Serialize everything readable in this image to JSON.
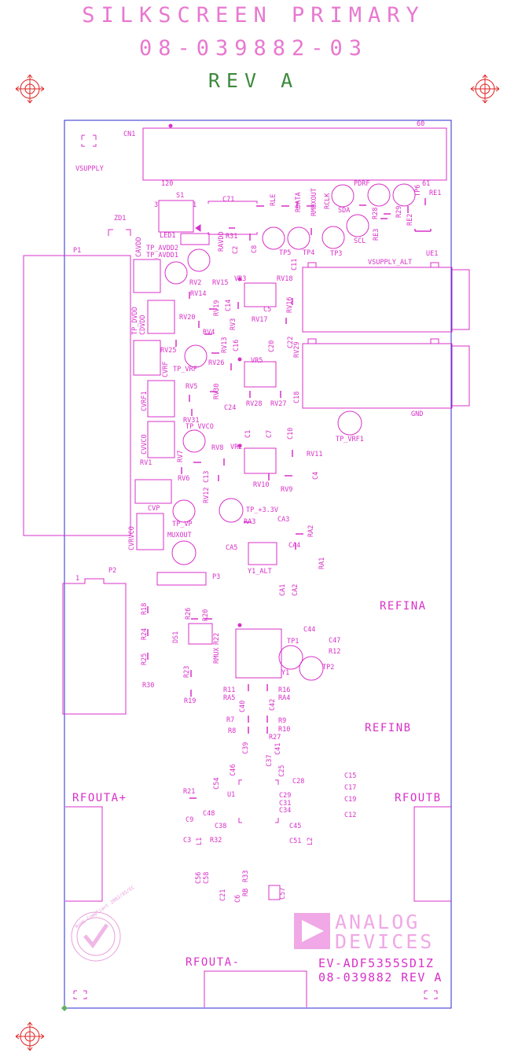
{
  "header": {
    "title": "SILKSCREEN PRIMARY",
    "doc_number": "08-039882-03",
    "revision": "REV A"
  },
  "colors": {
    "silkscreen": "#d830c8",
    "board_outline": "#2b2bd0",
    "fiducial": "#e02020",
    "revision_text": "#3d8a3d"
  },
  "board": {
    "model": "EV-ADF5355SD1Z",
    "part_rev": "08-039882 REV A",
    "logo_line1": "ANALOG",
    "logo_line2": "DEVICES",
    "rohs_mark": "RoHS Compliant 2002/95/EC",
    "connectors": {
      "refina": "REFINA",
      "refinb": "REFINB",
      "rfouta_plus": "RFOUTA+",
      "rfouta_minus": "RFOUTA-",
      "rfoutb": "RFOUTB",
      "vsupply": "VSUPPLY",
      "vsupply_alt": "VSUPPLY_ALT",
      "gnd": "GND",
      "cn1": "CN1",
      "p1": "P1",
      "p2": "P2",
      "p3": "P3",
      "pin60": "60",
      "pin120": "120",
      "pin61": "61",
      "pin1": "1"
    },
    "labels": [
      {
        "t": "S1"
      },
      {
        "t": "3"
      },
      {
        "t": "1"
      },
      {
        "t": "C71"
      },
      {
        "t": "RLE"
      },
      {
        "t": "RDATA"
      },
      {
        "t": "RMUXOUT"
      },
      {
        "t": "RCLK"
      },
      {
        "t": "PDRF"
      },
      {
        "t": "TP6"
      },
      {
        "t": "RE1"
      },
      {
        "t": "ZD1"
      },
      {
        "t": "LED1"
      },
      {
        "t": "R31"
      },
      {
        "t": "RAVDD"
      },
      {
        "t": "C2"
      },
      {
        "t": "C8"
      },
      {
        "t": "SDA"
      },
      {
        "t": "R28"
      },
      {
        "t": "R29"
      },
      {
        "t": "RE2"
      },
      {
        "t": "RE3"
      },
      {
        "t": "SCL"
      },
      {
        "t": "TP5"
      },
      {
        "t": "TP4"
      },
      {
        "t": "TP3"
      },
      {
        "t": "UE1"
      },
      {
        "t": "C11"
      },
      {
        "t": "CAVDD"
      },
      {
        "t": "TP_AVDD2"
      },
      {
        "t": "TP_AVDD1"
      },
      {
        "t": "RV2"
      },
      {
        "t": "RV15"
      },
      {
        "t": "VR3"
      },
      {
        "t": "RV18"
      },
      {
        "t": "RV14"
      },
      {
        "t": "RV19"
      },
      {
        "t": "C14"
      },
      {
        "t": "RV16"
      },
      {
        "t": "C5"
      },
      {
        "t": "RV17"
      },
      {
        "t": "TP_DVDD"
      },
      {
        "t": "CDVDD"
      },
      {
        "t": "RV20"
      },
      {
        "t": "RV3"
      },
      {
        "t": "RV4"
      },
      {
        "t": "C16"
      },
      {
        "t": "C20"
      },
      {
        "t": "C22"
      },
      {
        "t": "RV29"
      },
      {
        "t": "RV25"
      },
      {
        "t": "RV13"
      },
      {
        "t": "RV26"
      },
      {
        "t": "VR5"
      },
      {
        "t": "TP_VRF"
      },
      {
        "t": "CVRF"
      },
      {
        "t": "RV5"
      },
      {
        "t": "RV30"
      },
      {
        "t": "C18"
      },
      {
        "t": "CVRF1"
      },
      {
        "t": "C24"
      },
      {
        "t": "RV28"
      },
      {
        "t": "RV27"
      },
      {
        "t": "RV31"
      },
      {
        "t": "TP_VRF1"
      },
      {
        "t": "TP_VVCO"
      },
      {
        "t": "C1"
      },
      {
        "t": "C7"
      },
      {
        "t": "C10"
      },
      {
        "t": "CVVCO"
      },
      {
        "t": "RV7"
      },
      {
        "t": "RV8"
      },
      {
        "t": "VR2"
      },
      {
        "t": "RV11"
      },
      {
        "t": "RV1"
      },
      {
        "t": "RV6"
      },
      {
        "t": "C13"
      },
      {
        "t": "RV10"
      },
      {
        "t": "C4"
      },
      {
        "t": "RV9"
      },
      {
        "t": "RV12"
      },
      {
        "t": "CVP"
      },
      {
        "t": "TP_VP"
      },
      {
        "t": "TP_+3.3V"
      },
      {
        "t": "RA3"
      },
      {
        "t": "CA3"
      },
      {
        "t": "RA2"
      },
      {
        "t": "CVRVCO"
      },
      {
        "t": "MUXOUT"
      },
      {
        "t": "CA5"
      },
      {
        "t": "CA4"
      },
      {
        "t": "Y1_ALT"
      },
      {
        "t": "RA1"
      },
      {
        "t": "CA1"
      },
      {
        "t": "CA2"
      },
      {
        "t": "R18"
      },
      {
        "t": "R26"
      },
      {
        "t": "R20"
      },
      {
        "t": "R24"
      },
      {
        "t": "DS1"
      },
      {
        "t": "R22"
      },
      {
        "t": "RMUX"
      },
      {
        "t": "C44"
      },
      {
        "t": "C47"
      },
      {
        "t": "TP1"
      },
      {
        "t": "R12"
      },
      {
        "t": "R25"
      },
      {
        "t": "R23"
      },
      {
        "t": "TP2"
      },
      {
        "t": "Y1"
      },
      {
        "t": "R30"
      },
      {
        "t": "R19"
      },
      {
        "t": "R11"
      },
      {
        "t": "RA5"
      },
      {
        "t": "R16"
      },
      {
        "t": "RA4"
      },
      {
        "t": "C40"
      },
      {
        "t": "C42"
      },
      {
        "t": "R7"
      },
      {
        "t": "R8"
      },
      {
        "t": "R9"
      },
      {
        "t": "R10"
      },
      {
        "t": "R27"
      },
      {
        "t": "C39"
      },
      {
        "t": "C37"
      },
      {
        "t": "C41"
      },
      {
        "t": "C46"
      },
      {
        "t": "C54"
      },
      {
        "t": "U1"
      },
      {
        "t": "C25"
      },
      {
        "t": "C28"
      },
      {
        "t": "C15"
      },
      {
        "t": "C17"
      },
      {
        "t": "C19"
      },
      {
        "t": "C12"
      },
      {
        "t": "R21"
      },
      {
        "t": "C9"
      },
      {
        "t": "C48"
      },
      {
        "t": "C29"
      },
      {
        "t": "C31"
      },
      {
        "t": "C34"
      },
      {
        "t": "C38"
      },
      {
        "t": "C45"
      },
      {
        "t": "C3"
      },
      {
        "t": "L1"
      },
      {
        "t": "R32"
      },
      {
        "t": "C51"
      },
      {
        "t": "L2"
      },
      {
        "t": "C56"
      },
      {
        "t": "C58"
      },
      {
        "t": "C21"
      },
      {
        "t": "C6"
      },
      {
        "t": "R33"
      },
      {
        "t": "RB"
      },
      {
        "t": "C57"
      }
    ]
  }
}
